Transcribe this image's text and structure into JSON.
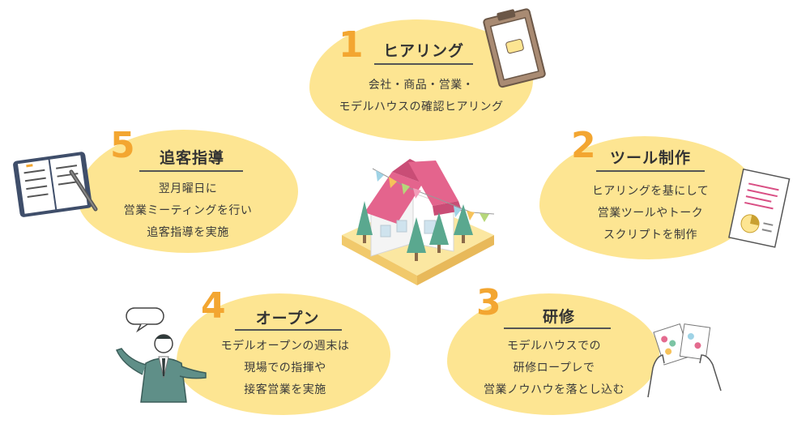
{
  "steps": [
    {
      "number": "1",
      "title": "ヒアリング",
      "lines": [
        "会社・商品・営業・",
        "モデルハウスの確認ヒアリング"
      ]
    },
    {
      "number": "2",
      "title": "ツール制作",
      "lines": [
        "ヒアリングを基にして",
        "営業ツールやトーク",
        "スクリプトを制作"
      ]
    },
    {
      "number": "3",
      "title": "研修",
      "lines": [
        "モデルハウスでの",
        "研修ロープレで",
        "営業ノウハウを落とし込む"
      ]
    },
    {
      "number": "4",
      "title": "オープン",
      "lines": [
        "モデルオープンの週末は",
        "現場での指揮や",
        "接客営業を実施"
      ]
    },
    {
      "number": "5",
      "title": "追客指導",
      "lines": [
        "翌月曜日に",
        "営業ミーティングを行い",
        "追客指導を実施"
      ]
    }
  ],
  "colors": {
    "blob": "#fde592",
    "number": "#f3a631",
    "roof": "#e4648d",
    "tree": "#5aa88f"
  },
  "illustrations": [
    "model-house",
    "clipboard",
    "document-with-pie-chart",
    "hands-holding-cards",
    "presenter-with-speech-bubble",
    "open-notebook-with-pen"
  ]
}
